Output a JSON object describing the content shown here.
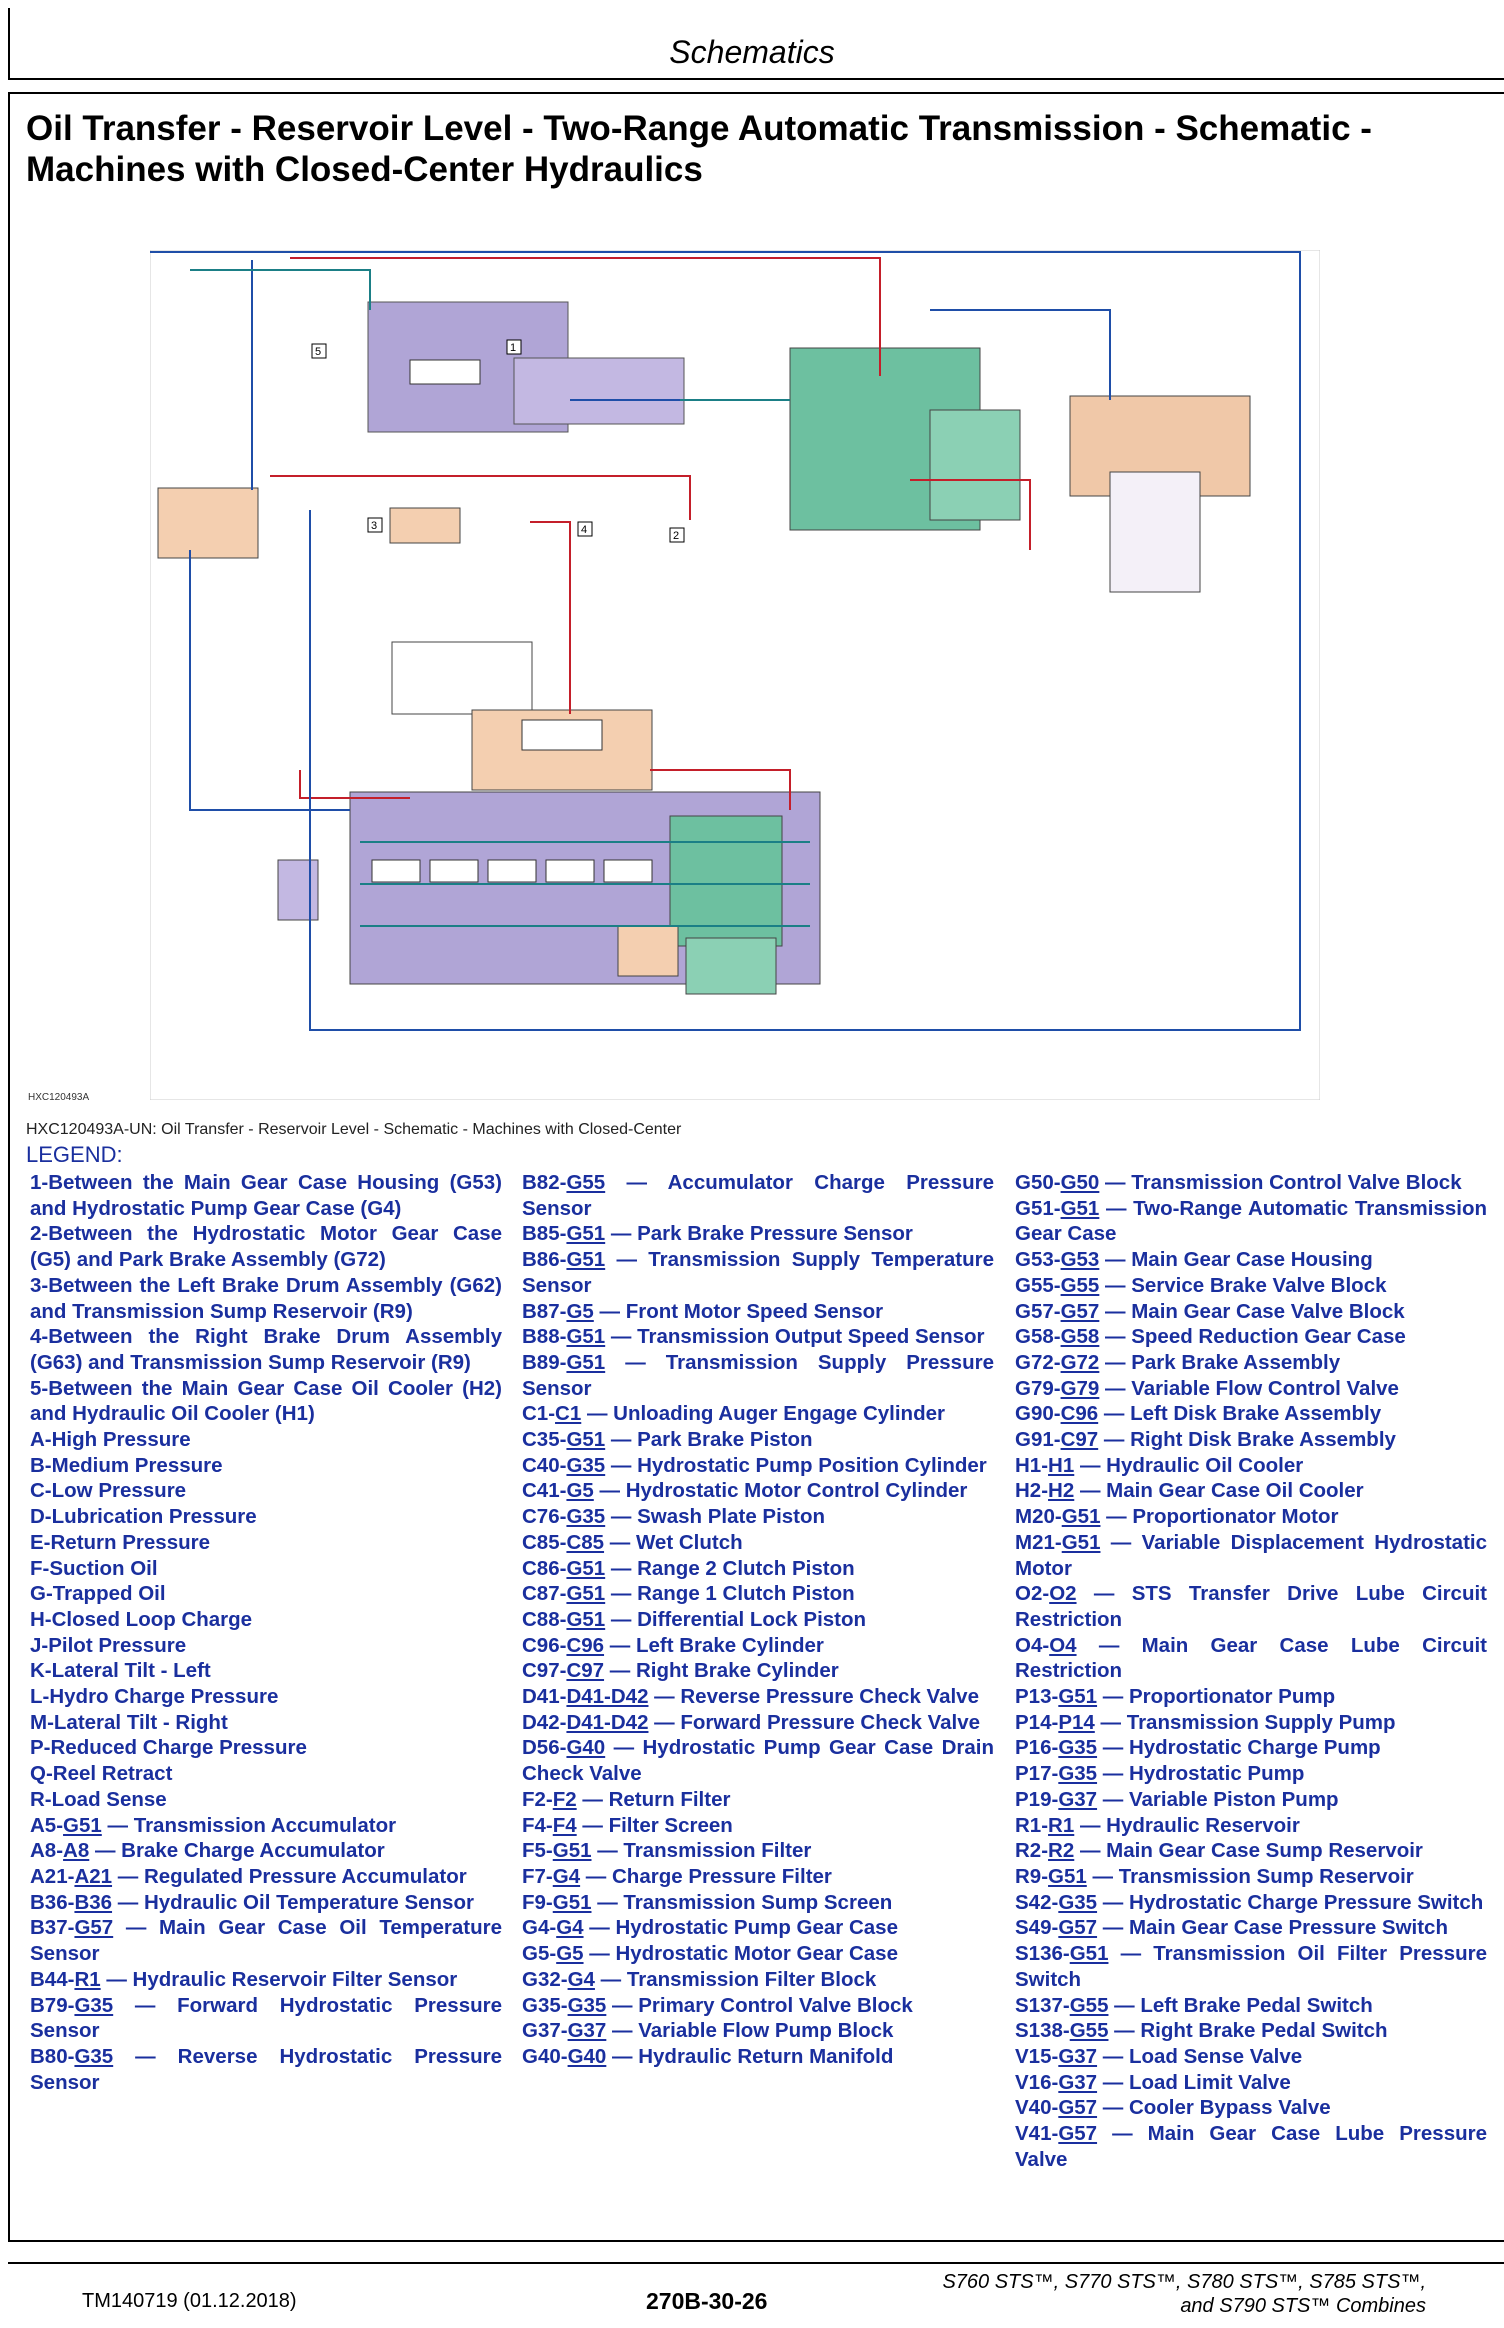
{
  "header": {
    "section": "Schematics"
  },
  "title_line1": "Oil Transfer - Reservoir Level - Two-Range Automatic Transmission - Schematic -",
  "title_line2": "Machines with Closed-Center Hydraulics",
  "figure": {
    "id_label": "HXC120493A",
    "caption": "HXC120493A-UN: Oil Transfer - Reservoir Level - Schematic - Machines with Closed-Center",
    "callouts": [
      "1",
      "2",
      "3",
      "4",
      "5"
    ],
    "colors": {
      "hydrostatic": "#6dc0a0",
      "main_gear_case": "#a89cd0",
      "tan": "#f0c8a8",
      "red_line": "#c41f2a",
      "blue_line": "#1f4ea8",
      "teal_line": "#1b7f86"
    }
  },
  "legend_label": "LEGEND:",
  "legend": {
    "col1": [
      {
        "pre": "1-Between the Main Gear Case Housing (G53) and Hydrostatic Pump Gear Case (G4)"
      },
      {
        "pre": "2-Between the Hydrostatic Motor Gear Case (G5) and Park Brake Assembly (G72)"
      },
      {
        "pre": "3-Between the Left Brake Drum Assembly (G62) and Transmission Sump Reservoir (R9)"
      },
      {
        "pre": "4-Between the Right Brake Drum Assembly (G63) and Transmission Sump Reservoir (R9)"
      },
      {
        "pre": "5-Between the Main Gear Case Oil Cooler (H2) and Hydraulic Oil Cooler (H1)"
      },
      {
        "pre": "A-High Pressure"
      },
      {
        "pre": "B-Medium Pressure"
      },
      {
        "pre": "C-Low Pressure"
      },
      {
        "pre": "D-Lubrication Pressure"
      },
      {
        "pre": "E-Return Pressure"
      },
      {
        "pre": "F-Suction Oil"
      },
      {
        "pre": "G-Trapped Oil"
      },
      {
        "pre": "H-Closed Loop Charge"
      },
      {
        "pre": "J-Pilot Pressure"
      },
      {
        "pre": "K-Lateral Tilt - Left"
      },
      {
        "pre": "L-Hydro Charge Pressure"
      },
      {
        "pre": "M-Lateral Tilt - Right"
      },
      {
        "pre": "P-Reduced Charge Pressure"
      },
      {
        "pre": "Q-Reel Retract"
      },
      {
        "pre": "R-Load Sense"
      },
      {
        "pre": "A5-",
        "link": "G51",
        "post": " — Transmission Accumulator"
      },
      {
        "pre": "A8-",
        "link": "A8",
        "post": " — Brake Charge Accumulator"
      },
      {
        "pre": "A21-",
        "link": "A21",
        "post": " — Regulated Pressure Accumulator"
      },
      {
        "pre": "B36-",
        "link": "B36",
        "post": " — Hydraulic Oil Temperature Sensor"
      },
      {
        "pre": "B37-",
        "link": "G57",
        "post": " — Main Gear Case Oil Temperature Sensor"
      },
      {
        "pre": "B44-",
        "link": "R1",
        "post": " — Hydraulic Reservoir Filter Sensor"
      },
      {
        "pre": "B79-",
        "link": "G35",
        "post": " — Forward Hydrostatic Pressure Sensor"
      },
      {
        "pre": "B80-",
        "link": "G35",
        "post": " — Reverse Hydrostatic Pressure Sensor"
      }
    ],
    "col2": [
      {
        "pre": "B82-",
        "link": "G55",
        "post": " — Accumulator Charge Pressure Sensor"
      },
      {
        "pre": "B85-",
        "link": "G51",
        "post": " — Park Brake Pressure Sensor"
      },
      {
        "pre": "B86-",
        "link": "G51",
        "post": " — Transmission Supply Temperature Sensor"
      },
      {
        "pre": "B87-",
        "link": "G5",
        "post": " — Front Motor Speed Sensor"
      },
      {
        "pre": "B88-",
        "link": "G51",
        "post": " — Transmission Output Speed Sensor"
      },
      {
        "pre": "B89-",
        "link": "G51",
        "post": " — Transmission Supply Pressure Sensor"
      },
      {
        "pre": "C1-",
        "link": "C1",
        "post": " — Unloading Auger Engage Cylinder"
      },
      {
        "pre": "C35-",
        "link": "G51",
        "post": " — Park Brake Piston"
      },
      {
        "pre": "C40-",
        "link": "G35",
        "post": " — Hydrostatic Pump Position Cylinder"
      },
      {
        "pre": "C41-",
        "link": "G5",
        "post": " — Hydrostatic Motor Control Cylinder"
      },
      {
        "pre": "C76-",
        "link": "G35",
        "post": " — Swash Plate Piston"
      },
      {
        "pre": "C85-",
        "link": "C85",
        "post": " — Wet Clutch"
      },
      {
        "pre": "C86-",
        "link": "G51",
        "post": " — Range 2 Clutch Piston"
      },
      {
        "pre": "C87-",
        "link": "G51",
        "post": " — Range 1 Clutch Piston"
      },
      {
        "pre": "C88-",
        "link": "G51",
        "post": " — Differential Lock Piston"
      },
      {
        "pre": "C96-",
        "link": "C96",
        "post": " — Left Brake Cylinder"
      },
      {
        "pre": "C97-",
        "link": "C97",
        "post": " — Right Brake Cylinder"
      },
      {
        "pre": "D41-",
        "link": "D41-D42",
        "post": " — Reverse Pressure Check Valve"
      },
      {
        "pre": "D42-",
        "link": "D41-D42",
        "post": " — Forward Pressure Check Valve"
      },
      {
        "pre": "D56-",
        "link": "G40",
        "post": " — Hydrostatic Pump Gear Case Drain Check Valve"
      },
      {
        "pre": "F2-",
        "link": "F2",
        "post": " — Return Filter"
      },
      {
        "pre": "F4-",
        "link": "F4",
        "post": " — Filter Screen"
      },
      {
        "pre": "F5-",
        "link": "G51",
        "post": " — Transmission Filter"
      },
      {
        "pre": "F7-",
        "link": "G4",
        "post": " — Charge Pressure Filter"
      },
      {
        "pre": "F9-",
        "link": "G51",
        "post": " — Transmission Sump Screen"
      },
      {
        "pre": "G4-",
        "link": "G4",
        "post": " — Hydrostatic Pump Gear Case"
      },
      {
        "pre": "G5-",
        "link": "G5",
        "post": " — Hydrostatic Motor Gear Case"
      },
      {
        "pre": "G32-",
        "link": "G4",
        "post": " — Transmission Filter Block"
      },
      {
        "pre": "G35-",
        "link": "G35",
        "post": " — Primary Control Valve Block"
      },
      {
        "pre": "G37-",
        "link": "G37",
        "post": " — Variable Flow Pump Block"
      },
      {
        "pre": "G40-",
        "link": "G40",
        "post": " — Hydraulic Return Manifold"
      }
    ],
    "col3": [
      {
        "pre": "G50-",
        "link": "G50",
        "post": " — Transmission Control Valve Block"
      },
      {
        "pre": "G51-",
        "link": "G51",
        "post": " — Two-Range Automatic Transmission Gear Case"
      },
      {
        "pre": "G53-",
        "link": "G53",
        "post": " — Main Gear Case Housing"
      },
      {
        "pre": "G55-",
        "link": "G55",
        "post": " — Service Brake Valve Block"
      },
      {
        "pre": "G57-",
        "link": "G57",
        "post": " — Main Gear Case Valve Block"
      },
      {
        "pre": "G58-",
        "link": "G58",
        "post": " — Speed Reduction Gear Case"
      },
      {
        "pre": "G72-",
        "link": "G72",
        "post": " — Park Brake Assembly"
      },
      {
        "pre": "G79-",
        "link": "G79",
        "post": " — Variable Flow Control Valve"
      },
      {
        "pre": "G90-",
        "link": "C96",
        "post": " — Left Disk Brake Assembly"
      },
      {
        "pre": "G91-",
        "link": "C97",
        "post": " — Right Disk Brake Assembly"
      },
      {
        "pre": "H1-",
        "link": "H1",
        "post": " — Hydraulic Oil Cooler"
      },
      {
        "pre": "H2-",
        "link": "H2",
        "post": " — Main Gear Case Oil Cooler"
      },
      {
        "pre": "M20-",
        "link": "G51",
        "post": " — Proportionator Motor"
      },
      {
        "pre": "M21-",
        "link": "G51",
        "post": " — Variable Displacement Hydrostatic Motor"
      },
      {
        "pre": "O2-",
        "link": "O2",
        "post": " — STS Transfer Drive Lube Circuit Restriction"
      },
      {
        "pre": "O4-",
        "link": "O4",
        "post": " — Main Gear Case Lube Circuit Restriction"
      },
      {
        "pre": "P13-",
        "link": "G51",
        "post": " — Proportionator Pump"
      },
      {
        "pre": "P14-",
        "link": "P14",
        "post": " — Transmission Supply Pump"
      },
      {
        "pre": "P16-",
        "link": "G35",
        "post": " — Hydrostatic Charge Pump"
      },
      {
        "pre": "P17-",
        "link": "G35",
        "post": " — Hydrostatic Pump"
      },
      {
        "pre": "P19-",
        "link": "G37",
        "post": " — Variable Piston Pump"
      },
      {
        "pre": "R1-",
        "link": "R1",
        "post": " — Hydraulic Reservoir"
      },
      {
        "pre": "R2-",
        "link": "R2",
        "post": " — Main Gear Case Sump Reservoir"
      },
      {
        "pre": "R9-",
        "link": "G51",
        "post": " — Transmission Sump Reservoir"
      },
      {
        "pre": "S42-",
        "link": "G35",
        "post": " — Hydrostatic Charge Pressure Switch"
      },
      {
        "pre": "S49-",
        "link": "G57",
        "post": " — Main Gear Case Pressure Switch"
      },
      {
        "pre": "S136-",
        "link": "G51",
        "post": " — Transmission Oil Filter Pressure Switch"
      },
      {
        "pre": "S137-",
        "link": "G55",
        "post": " — Left Brake Pedal Switch"
      },
      {
        "pre": "S138-",
        "link": "G55",
        "post": " — Right Brake Pedal Switch"
      },
      {
        "pre": "V15-",
        "link": "G37",
        "post": " — Load Sense Valve"
      },
      {
        "pre": "V16-",
        "link": "G37",
        "post": " — Load Limit Valve"
      },
      {
        "pre": "V40-",
        "link": "G57",
        "post": " — Cooler Bypass Valve"
      },
      {
        "pre": "V41-",
        "link": "G57",
        "post": " — Main Gear Case Lube Pressure Valve"
      }
    ]
  },
  "footer": {
    "left": "TM140719 (01.12.2018)",
    "center": "270B-30-26",
    "right_line1": "S760 STS™, S770 STS™, S780 STS™, S785 STS™,",
    "right_line2": "and S790 STS™ Combines"
  }
}
